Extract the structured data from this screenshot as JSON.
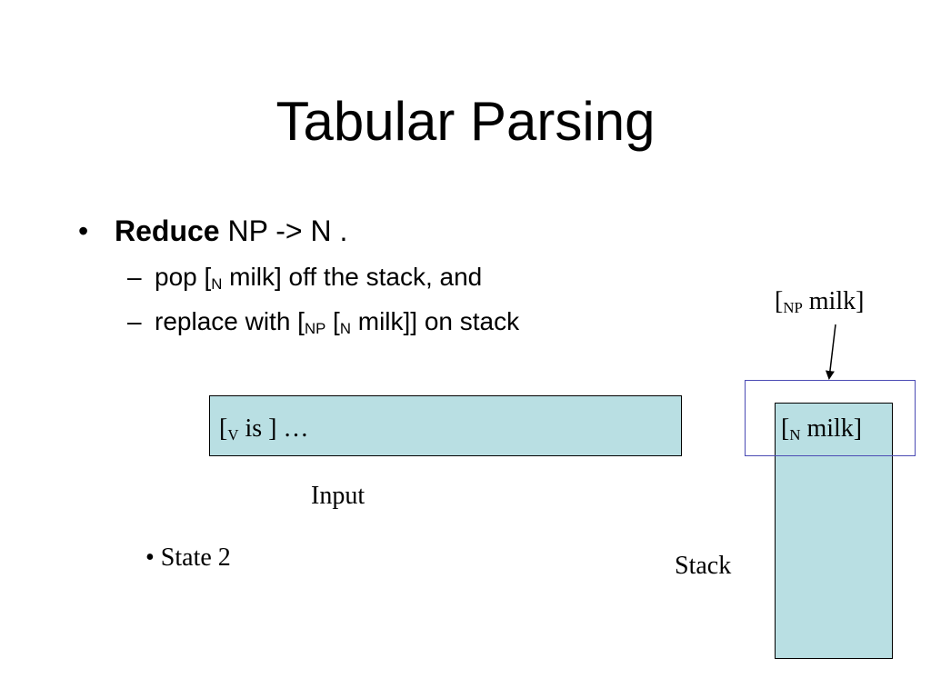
{
  "slide": {
    "title": "Tabular Parsing",
    "bullet": {
      "marker": "•",
      "bold": "Reduce",
      "rest": " NP -> N ."
    },
    "sub_items": [
      {
        "dash": "–",
        "parts": [
          "pop [",
          "N",
          " milk] off the stack, and"
        ]
      },
      {
        "dash": "–",
        "parts": [
          "replace with [",
          "NP",
          " [",
          "N",
          " milk]] on stack"
        ]
      }
    ],
    "input": {
      "content_parts": [
        "[",
        "V",
        " is ] …"
      ],
      "label": "Input",
      "fill": "#b9dfe3"
    },
    "state": "• State 2",
    "stack": {
      "label": "Stack",
      "top_item_parts": [
        "[",
        "N",
        " milk]"
      ],
      "new_item_parts": [
        "[",
        "NP",
        " milk]"
      ],
      "fill": "#b9dfe3",
      "frame_color": "#4b4bb4"
    }
  }
}
